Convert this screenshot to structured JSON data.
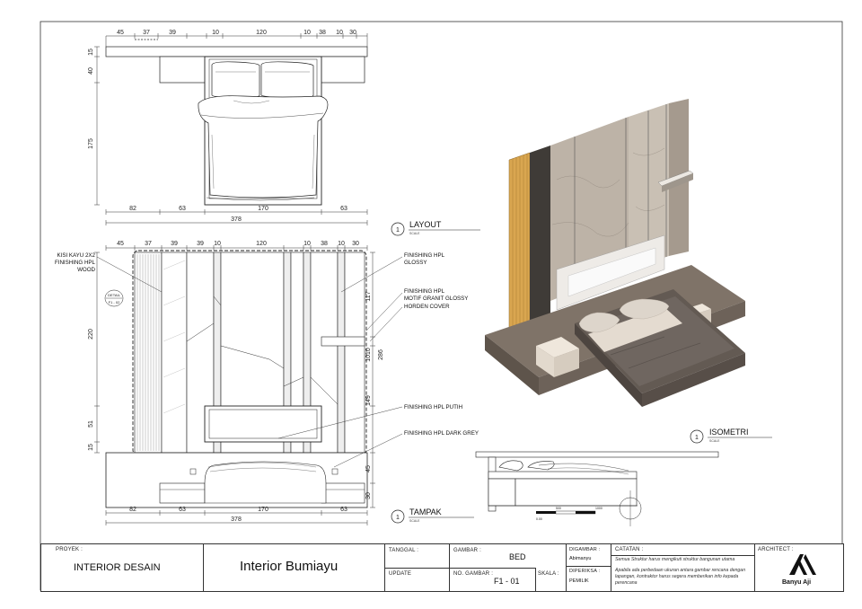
{
  "top_plan": {
    "dims_top": [
      "45",
      "37",
      "39",
      "10",
      "120",
      "10",
      "38",
      "10",
      "30"
    ],
    "dims_left": [
      "15",
      "40",
      "175"
    ],
    "dims_bottom": [
      "82",
      "63",
      "170",
      "63"
    ],
    "dims_total": "378"
  },
  "elevation": {
    "dims_top": [
      "45",
      "37",
      "39",
      "39",
      "10",
      "120",
      "10",
      "38",
      "10",
      "30"
    ],
    "dims_left": [
      "220",
      "51",
      "15"
    ],
    "dims_right": [
      "117",
      "1010",
      "286",
      "149",
      "45",
      "30"
    ],
    "dims_bottom": [
      "82",
      "63",
      "170",
      "63"
    ],
    "dims_total": "378",
    "detail_tag": [
      "DETAIL",
      "F1 - 02"
    ]
  },
  "annotations": {
    "left_note": [
      "KISI KAYU 2X2",
      "FINISHING HPL",
      "WOOD"
    ],
    "hpl_glossy": [
      "FINISHING HPL",
      "GLOSSY"
    ],
    "granit": [
      "FINISHING HPL",
      "MOTIF GRANIT GLOSSY",
      "HORDEN COVER"
    ],
    "putih": "FINISHING HPL PUTIH",
    "dark_grey": "FINISHING HPL DARK GREY"
  },
  "titles": {
    "layout": {
      "num": "1",
      "name": "LAYOUT",
      "scale": "SCALE"
    },
    "tampak": {
      "num": "1",
      "name": "TAMPAK",
      "scale": "SCALE"
    },
    "isometri": {
      "num": "1",
      "name": "ISOMETRI",
      "scale": "SCALE"
    }
  },
  "scalebar": {
    "labels": [
      "0.00",
      "500",
      "1000"
    ]
  },
  "title_block": {
    "proyek_label": "PROYEK :",
    "proyek_value": "INTERIOR DESAIN",
    "project_name": "Interior Bumiayu",
    "tanggal_label": "TANGGAL :",
    "update_label": "UPDATE",
    "gambar_label": "GAMBAR :",
    "gambar_value": "BED",
    "no_gambar_label": "NO. GAMBAR :",
    "no_gambar_value": "F1 - 01",
    "skala_label": "SKALA :",
    "digambar_label": "DIGAMBAR :",
    "digambar_value": "Abimanyu",
    "diperiksa_label": "DIPERIKSA :",
    "diperiksa_value": "PEMILIK",
    "catatan_label": "CATATAN :",
    "catatan_1": "Semua Struktur harus mengikuti struktur bangunan utama",
    "catatan_2": "Apabila ada perbedaan ukuran antara gambar rencana dengan lapangan, kontraktor harus segera memberikan info kepada perencana",
    "architect_label": "ARCHITECT :",
    "architect_name": "Banyu Aji"
  }
}
